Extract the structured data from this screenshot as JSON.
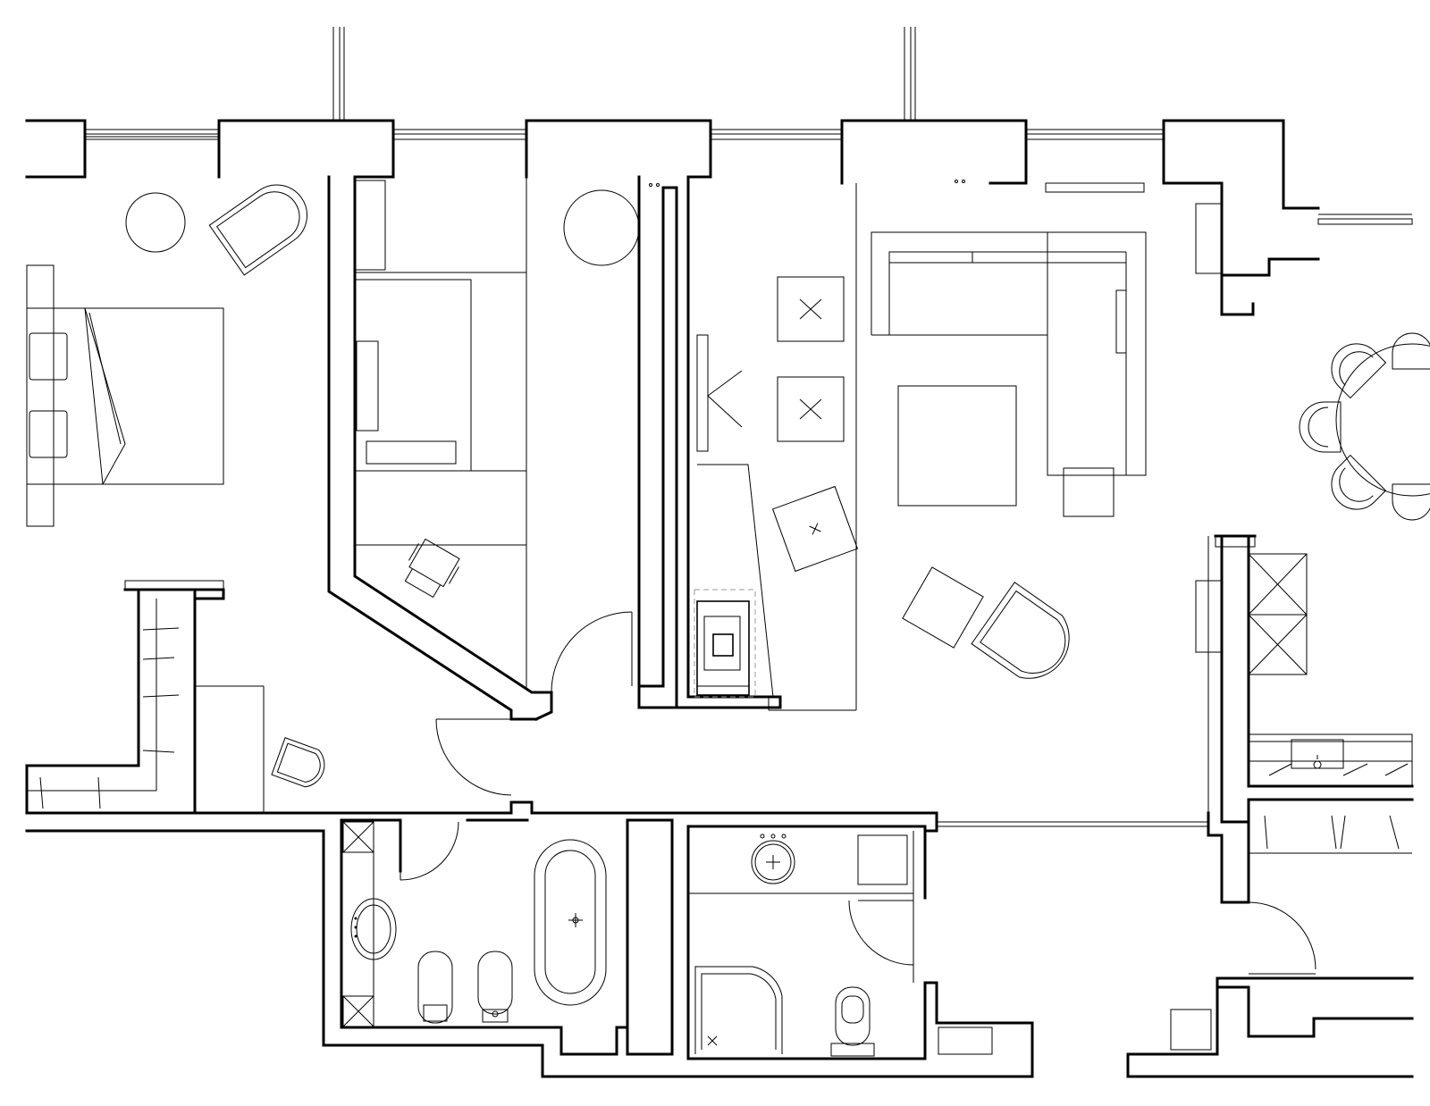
{
  "diagram": {
    "type": "architectural-floor-plan",
    "labels": []
  },
  "colors": {
    "background": "#ffffff",
    "line": "#000000",
    "faint_line": "#999999"
  },
  "rooms": [
    {
      "id": "bedroom",
      "fixtures": [
        "double-bed",
        "round-side-table",
        "armchair"
      ]
    },
    {
      "id": "study",
      "fixtures": [
        "desk",
        "shelf",
        "desk-chair",
        "round-table"
      ]
    },
    {
      "id": "hallway",
      "fixtures": [
        "folding-door",
        "ottomans",
        "fireplace"
      ]
    },
    {
      "id": "living-room",
      "fixtures": [
        "l-sofa",
        "coffee-table",
        "armchairs",
        "pouf",
        "tv-cabinet"
      ]
    },
    {
      "id": "dining-area",
      "fixtures": [
        "round-dining-table",
        "chairs"
      ]
    },
    {
      "id": "kitchen",
      "fixtures": [
        "counter",
        "sink",
        "tall-units"
      ]
    },
    {
      "id": "bathroom-1",
      "fixtures": [
        "bathtub",
        "washbasin",
        "toilet",
        "bidet"
      ]
    },
    {
      "id": "bathroom-2",
      "fixtures": [
        "washbasin",
        "shower",
        "toilet"
      ]
    },
    {
      "id": "wardrobe",
      "fixtures": [
        "hanging-rail"
      ]
    }
  ]
}
